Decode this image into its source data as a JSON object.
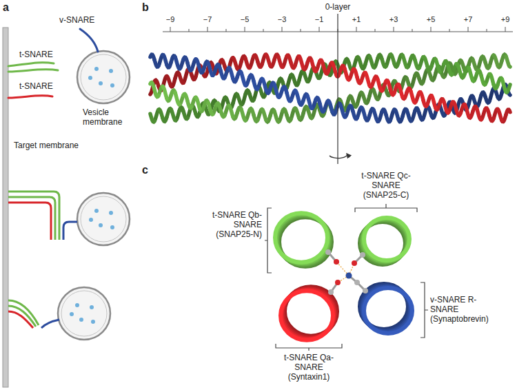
{
  "diagram": {
    "labels": [
      "a",
      "v-SNARE",
      "t-SNARE",
      "t-SNARE",
      "Vesicle membrane",
      "Target membrane",
      "b",
      "0-layer",
      "−9",
      "−7",
      "−5",
      "−3",
      "−1",
      "+1",
      "+3",
      "+5",
      "+7",
      "+9",
      "c",
      "t-SNARE Qc-SNARE (SNAP25-C)",
      "t-SNARE Qb-SNARE (SNAP25-N)",
      "v-SNARE R-SNARE (Synaptobrevin)",
      "t-SNARE Qa-SNARE (Syntaxin1)"
    ]
  }
}
